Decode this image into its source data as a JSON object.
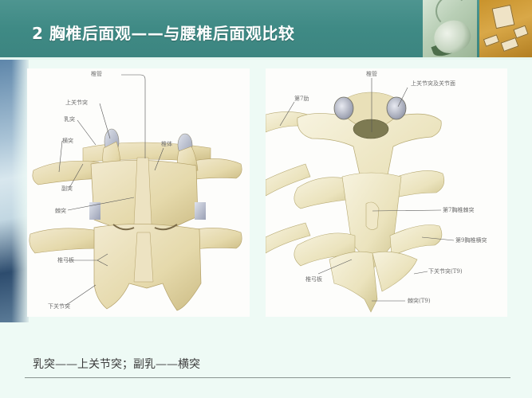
{
  "slide": {
    "title": "2 胸椎后面观——与腰椎后面观比较",
    "colors": {
      "header_teal": "#3f8a85",
      "background": "#eefaf5",
      "bone": "#e9dfb4",
      "cartilage": "#b7bccb",
      "label_gray": "#6d6d6d",
      "rule": "#8a9491"
    },
    "header_images": [
      {
        "name": "computer-mouse-photo"
      },
      {
        "name": "keyboard-keys-photo"
      }
    ]
  },
  "figure_left": {
    "subject": "腰椎后面观",
    "labels": {
      "vertebral_canal": "椎管",
      "superior_articular_process": "上关节突",
      "mammillary_process": "乳突",
      "transverse_process": "横突",
      "vertebral_body": "椎体",
      "accessory_process": "副突",
      "spinous_process": "棘突",
      "lamina": "椎弓板",
      "inferior_articular_process": "下关节突"
    }
  },
  "figure_right": {
    "subject": "胸椎后面观",
    "labels": {
      "vertebral_canal": "椎管",
      "superior_articular_facet": "上关节突及关节面",
      "rib_7": "第7肋",
      "t7_spinous_process": "第7胸椎棘突",
      "t9_transverse_process": "第9胸椎横突",
      "inferior_articular_process_t9": "下关节突(T9)",
      "lamina": "椎弓板",
      "spinous_process_t9": "棘突(T9)"
    }
  },
  "caption": {
    "text": "乳突——上关节突；副乳——横突"
  }
}
